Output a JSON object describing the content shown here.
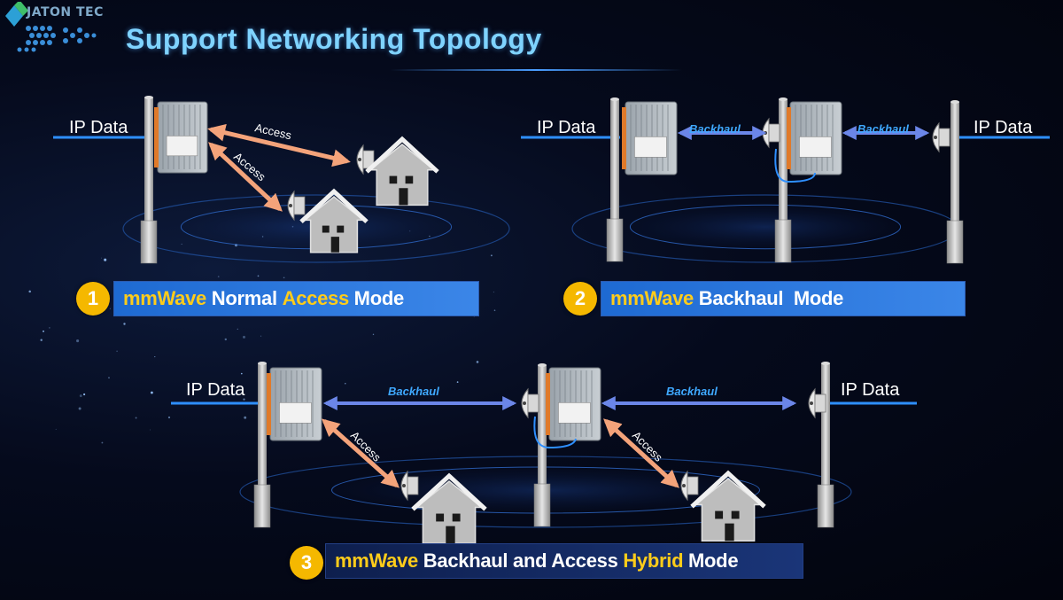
{
  "brand": {
    "name": "JATON TEC"
  },
  "title": "Support  Networking Topology",
  "labels": {
    "ip_data": "IP Data",
    "access": "Access",
    "backhaul": "Backhaul"
  },
  "modes": [
    {
      "number": "1",
      "parts": [
        {
          "t": "mmWave",
          "y": true
        },
        {
          "t": " Normal ",
          "y": false
        },
        {
          "t": "Access",
          "y": true
        },
        {
          "t": " Mode",
          "y": false
        }
      ]
    },
    {
      "number": "2",
      "parts": [
        {
          "t": "mmWave",
          "y": true
        },
        {
          "t": " Backhaul  Mode",
          "y": false
        }
      ]
    },
    {
      "number": "3",
      "parts": [
        {
          "t": "mmWave",
          "y": true
        },
        {
          "t": " Backhaul and Access ",
          "y": false
        },
        {
          "t": "Hybrid",
          "y": true
        },
        {
          "t": " Mode",
          "y": false
        }
      ]
    }
  ],
  "colors": {
    "title": "#7fd3ff",
    "highlight": "#ffcc1a",
    "banner": "#2f7ee0",
    "access_arrow": "#f4a37a",
    "backhaul_arrow": "#6b86e8",
    "backhaul_text": "#3fa9ff",
    "badge": "#f5b800"
  }
}
